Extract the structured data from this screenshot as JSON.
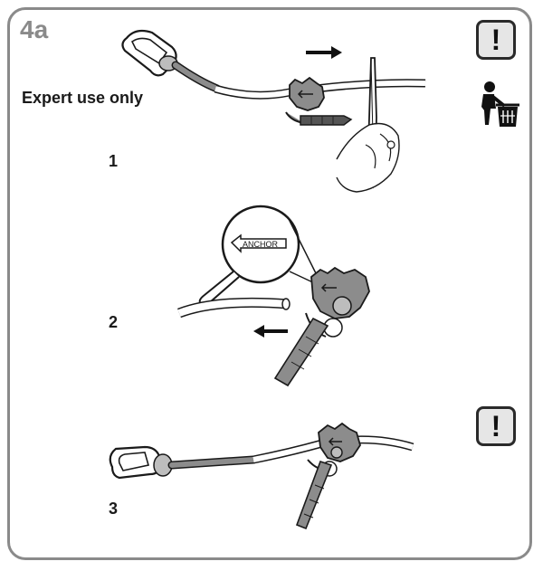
{
  "step": {
    "label": "4a"
  },
  "note": {
    "text": "Expert use only"
  },
  "substeps": [
    {
      "label": "1"
    },
    {
      "label": "2"
    },
    {
      "label": "3"
    }
  ],
  "callout": {
    "text": "ANCHOR"
  },
  "warning": {
    "symbol": "!"
  },
  "colors": {
    "frame": "#8a8a8a",
    "device": "#8c8c8c",
    "ink": "#1a1a1a"
  },
  "icons": [
    "warning-icon",
    "dispose-trash-icon",
    "arrow-right-icon",
    "arrow-left-icon",
    "magnifier-icon"
  ]
}
